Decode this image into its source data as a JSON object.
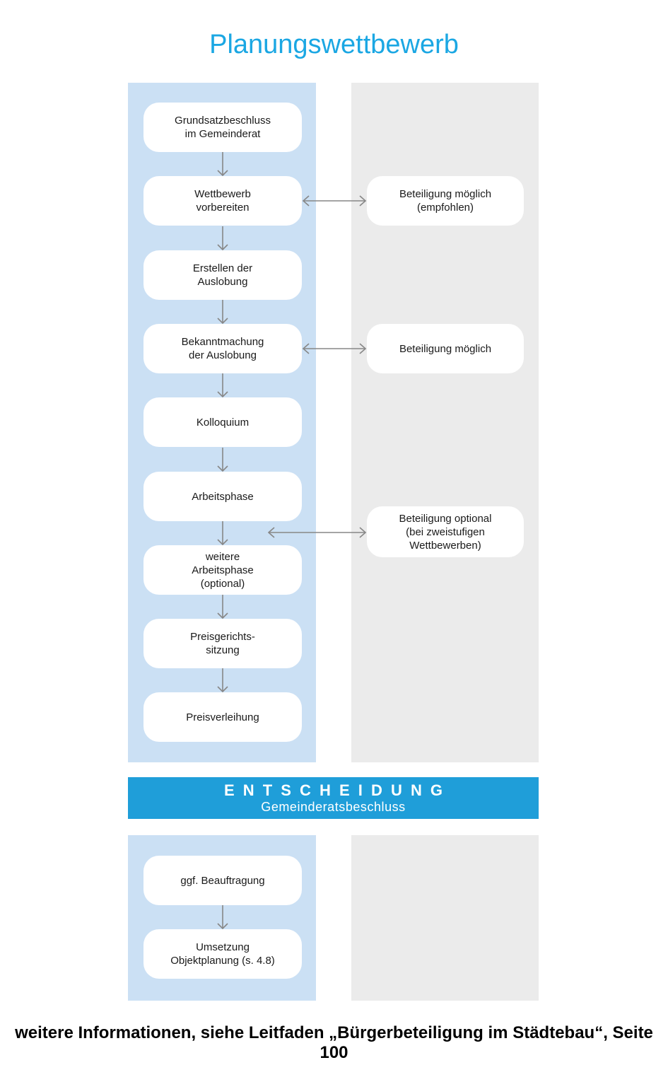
{
  "title": "Planungswettbewerb",
  "flow": {
    "steps": [
      {
        "label": "Grundsatzbeschluss\nim Gemeinderat"
      },
      {
        "label": "Wettbewerb\nvorbereiten"
      },
      {
        "label": "Erstellen der\nAuslobung"
      },
      {
        "label": "Bekanntmachung\nder Auslobung"
      },
      {
        "label": "Kolloquium"
      },
      {
        "label": "Arbeitsphase"
      },
      {
        "label": "weitere\nArbeitsphase\n(optional)"
      },
      {
        "label": "Preisgerichts-\nsitzung"
      },
      {
        "label": "Preisverleihung"
      }
    ],
    "participation": [
      {
        "label": "Beteiligung möglich\n(empfohlen)"
      },
      {
        "label": "Beteiligung möglich"
      },
      {
        "label": "Beteiligung optional\n(bei zweistufigen\nWettbewerben)"
      }
    ]
  },
  "decision": {
    "title": "ENTSCHEIDUNG",
    "subtitle": "Gemeinderatsbeschluss"
  },
  "post": {
    "steps": [
      {
        "label": "ggf. Beauftragung"
      },
      {
        "label": "Umsetzung\nObjektplanung (s. 4.8)"
      }
    ]
  },
  "footer": "weitere Informationen, siehe Leitfaden „Bürgerbeteiligung im Städtebau“, Seite 100",
  "colors": {
    "title_blue": "#1BA7E3",
    "panel_blue": "#CBE0F4",
    "panel_gray": "#EBEBEB",
    "banner_blue": "#1F9ED9",
    "arrow_gray": "#878787",
    "text_dark": "#1A1A1A",
    "box_white": "#FFFFFF"
  }
}
